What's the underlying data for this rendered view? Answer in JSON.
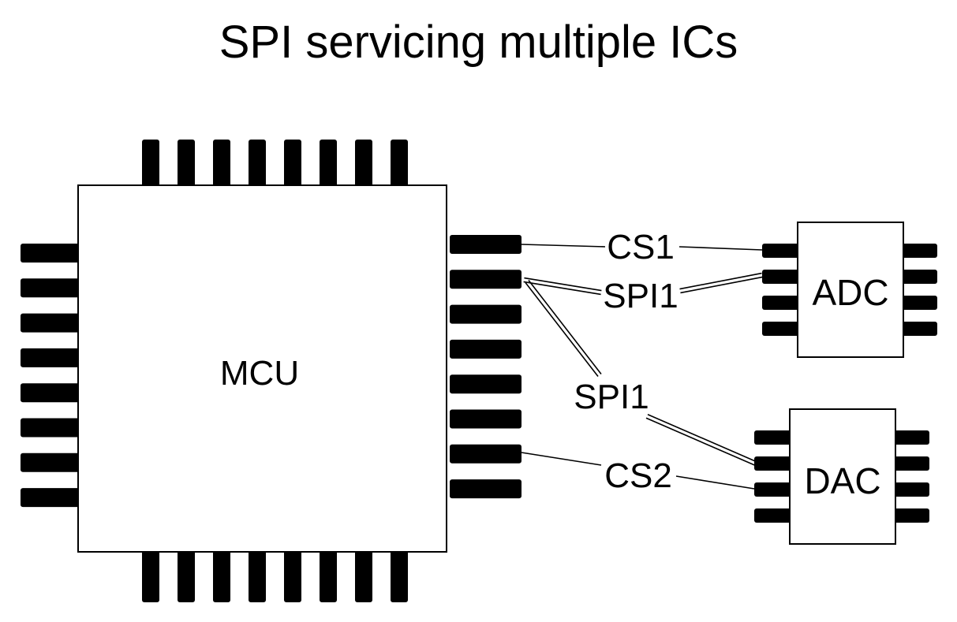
{
  "title": "SPI servicing multiple ICs",
  "colors": {
    "pin": "#000000",
    "body_fill": "#ffffff",
    "stroke": "#000000",
    "background": "#ffffff"
  },
  "components": {
    "mcu": {
      "label": "MCU",
      "pins_per_side": 8
    },
    "adc": {
      "label": "ADC",
      "pins_per_side": 4
    },
    "dac": {
      "label": "DAC",
      "pins_per_side": 4
    }
  },
  "connections": [
    {
      "id": "cs1",
      "label": "CS1",
      "from": "MCU right pin 1",
      "to": "ADC left pin 1",
      "style": "single"
    },
    {
      "id": "spi1-adc",
      "label": "SPI1",
      "from": "MCU right pin 2",
      "to": "ADC left pin 2",
      "style": "double"
    },
    {
      "id": "spi1-dac",
      "label": "SPI1",
      "from": "MCU right pin 2",
      "to": "DAC left pin 2",
      "style": "double"
    },
    {
      "id": "cs2",
      "label": "CS2",
      "from": "MCU right pin 7",
      "to": "DAC left pin 3",
      "style": "single"
    }
  ]
}
